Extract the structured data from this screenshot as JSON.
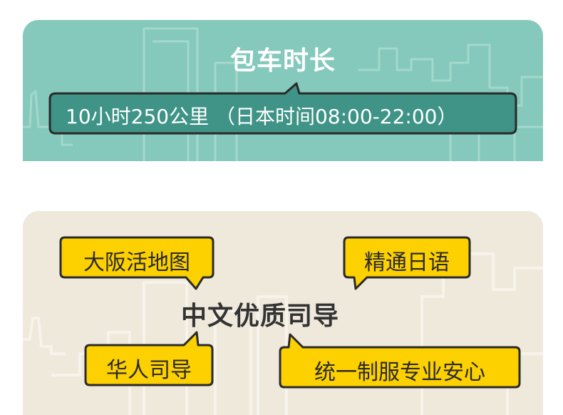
{
  "section_duration": {
    "title": "包车时长",
    "detail": "10小时250公里 （日本时间08:00-22:00）"
  },
  "section_guide": {
    "title": "中文优质司导",
    "tags": [
      "大阪活地图",
      "精通日语",
      "华人司导",
      "统一制服专业安心"
    ]
  },
  "colors": {
    "teal_panel": "#85c9bc",
    "teal_bubble": "#3f9487",
    "beige_panel": "#efe9dc",
    "tag_yellow": "#fdd000",
    "outline": "#2a2a2a"
  }
}
